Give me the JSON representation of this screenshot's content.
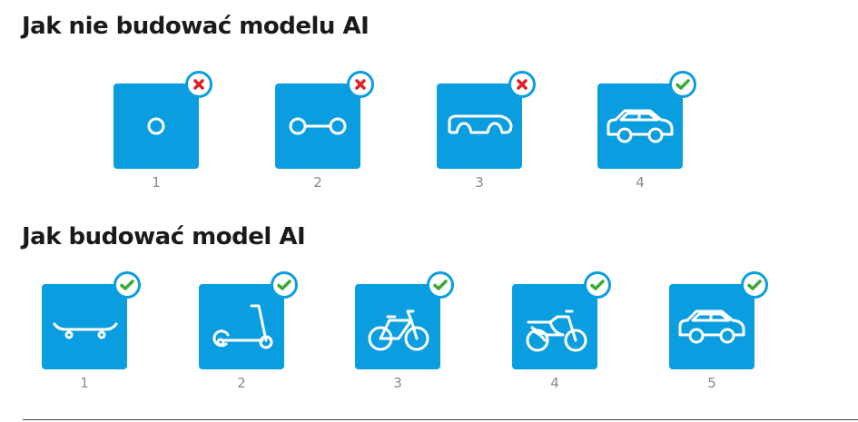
{
  "sections": [
    {
      "title": "Jak nie budować modelu AI",
      "items": [
        {
          "num": "1",
          "icon": "wheel-icon",
          "status": "wrong"
        },
        {
          "num": "2",
          "icon": "axle-icon",
          "status": "wrong"
        },
        {
          "num": "3",
          "icon": "car-body-icon",
          "status": "wrong"
        },
        {
          "num": "4",
          "icon": "car-icon",
          "status": "correct"
        }
      ]
    },
    {
      "title": "Jak budować model AI",
      "items": [
        {
          "num": "1",
          "icon": "skateboard-icon",
          "status": "correct"
        },
        {
          "num": "2",
          "icon": "scooter-icon",
          "status": "correct"
        },
        {
          "num": "3",
          "icon": "bicycle-icon",
          "status": "correct"
        },
        {
          "num": "4",
          "icon": "motorcycle-icon",
          "status": "correct"
        },
        {
          "num": "5",
          "icon": "car-icon",
          "status": "correct"
        }
      ]
    }
  ],
  "colors": {
    "tile": "#0a9ee0",
    "wrong": "#d9222a",
    "correct": "#3aaa35"
  }
}
